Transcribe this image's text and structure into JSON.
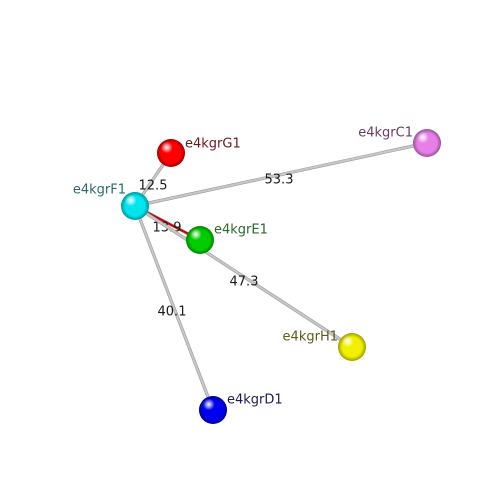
{
  "diagram": {
    "nodes": [
      {
        "id": "e4kgrG1",
        "label": "e4kgrG1",
        "color": "#ff0000",
        "label_color": "#6b1a1a"
      },
      {
        "id": "e4kgrC1",
        "label": "e4kgrC1",
        "color": "#e87fe8",
        "label_color": "#6a3a6a"
      },
      {
        "id": "e4kgrF1",
        "label": "e4kgrF1",
        "color": "#00e5ee",
        "label_color": "#2a6a6a"
      },
      {
        "id": "e4kgrE1",
        "label": "e4kgrE1",
        "color": "#00cc00",
        "label_color": "#2a6a2a"
      },
      {
        "id": "e4kgrH1",
        "label": "e4kgrH1",
        "color": "#f0f000",
        "label_color": "#5a5a1a"
      },
      {
        "id": "e4kgrD1",
        "label": "e4kgrD1",
        "color": "#0000ee",
        "label_color": "#1a1a5a"
      }
    ],
    "edges": [
      {
        "from": "e4kgrF1",
        "to": "e4kgrG1",
        "label": "12.5",
        "color": "#c8c8c8"
      },
      {
        "from": "e4kgrF1",
        "to": "e4kgrC1",
        "label": "53.3",
        "color": "#c8c8c8"
      },
      {
        "from": "e4kgrF1",
        "to": "e4kgrE1",
        "label": "13.9",
        "color": "#cc0000"
      },
      {
        "from": "e4kgrF1",
        "to": "e4kgrH1",
        "label": "47.3",
        "color": "#c8c8c8"
      },
      {
        "from": "e4kgrF1",
        "to": "e4kgrD1",
        "label": "40.1",
        "color": "#c8c8c8"
      }
    ]
  }
}
